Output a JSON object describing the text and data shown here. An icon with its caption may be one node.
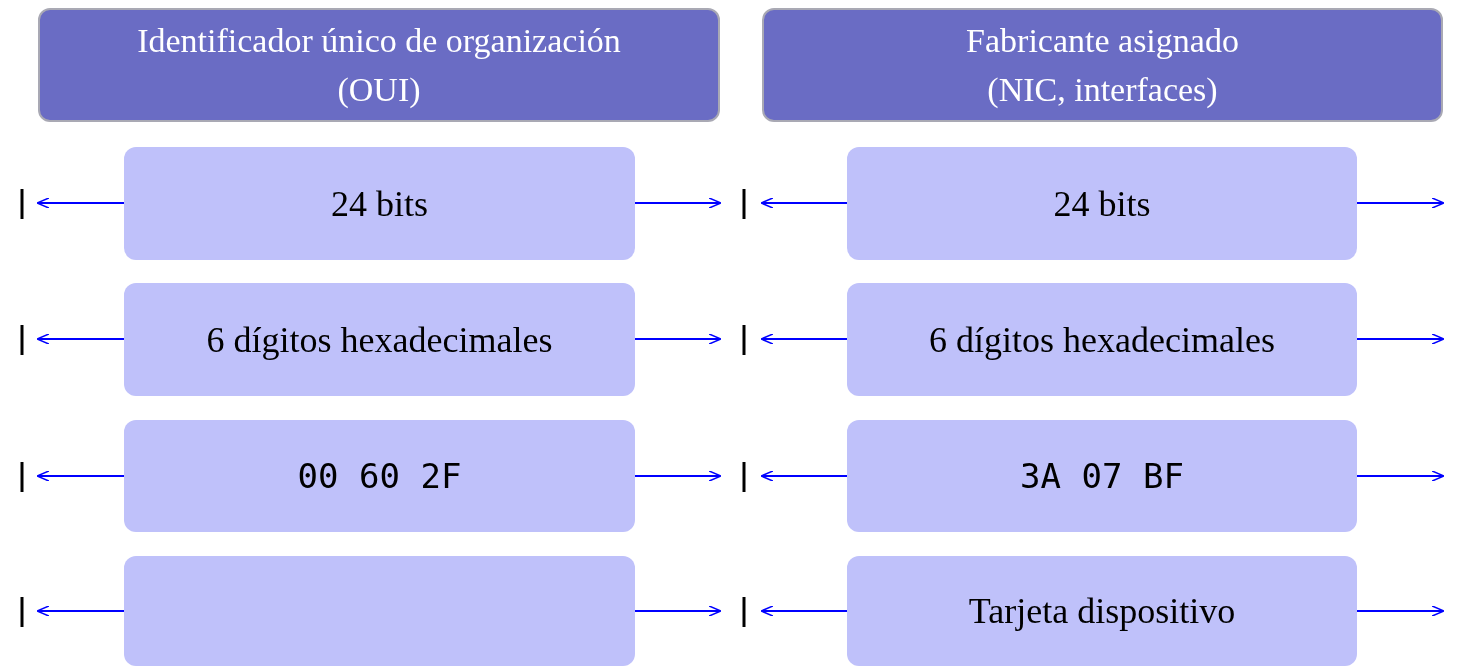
{
  "diagram": {
    "nodes": [
      {
        "text": [
          "Identificador único de organización (OUI)"
        ]
      },
      {
        "text": [
          "Fabricante asignado (NIC, interfaces)"
        ]
      },
      {
        "text": [
          "24 bits"
        ]
      },
      {
        "text": [
          "24 bits"
        ]
      },
      {
        "text": [
          "6 dígitos hexadecimales"
        ]
      },
      {
        "text": [
          "6 dígitos hexadecimales"
        ]
      },
      {
        "text": [
          "00 60 2F"
        ]
      },
      {
        "text": [
          "3A 07 BF"
        ]
      },
      {
        "text": [],
        "shape": "box"
      },
      {
        "text": [
          "Tarjeta dispositivo"
        ]
      }
    ],
    "edges": []
  }
}
